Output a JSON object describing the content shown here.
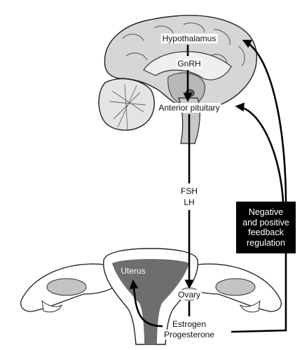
{
  "labels": {
    "hypothalamus": "Hypothalamus",
    "gnrh": "GnRH",
    "anterior_pituitary": "Anterior pituitary",
    "fsh": "FSH",
    "lh": "LH",
    "uterus": "Uterus",
    "ovary": "Ovary",
    "estrogen": "Estrogen",
    "progesterone": "Progesterone"
  },
  "feedback_box": {
    "line1": "Negative",
    "line2": "and positive",
    "line3": "feedback",
    "line4": "regulation"
  },
  "colors": {
    "tissue_light": "#d6d6d6",
    "tissue_mid": "#a9a9a9",
    "tissue_dark": "#6e6e6e",
    "outline": "#222222",
    "arrow": "#000000",
    "box_fill": "#000000",
    "box_text": "#ffffff"
  }
}
